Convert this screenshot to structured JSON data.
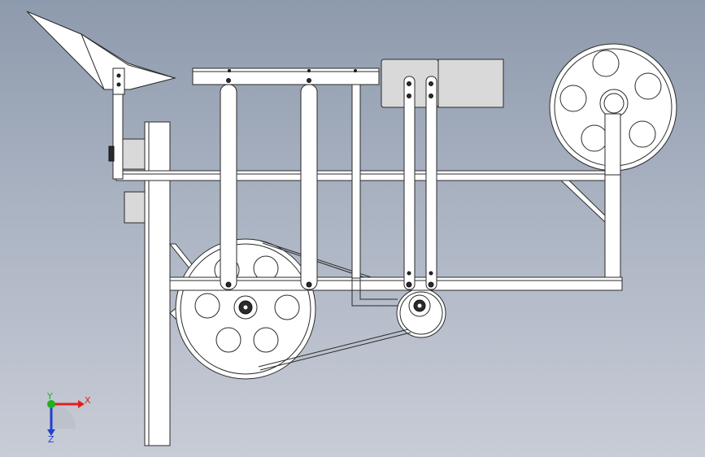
{
  "triad": {
    "x_label": "X",
    "y_label": "Y",
    "z_label": "Z",
    "x_color": "#e02020",
    "y_color": "#20b020",
    "z_color": "#2040d0"
  },
  "colors": {
    "background_top": "#8e9aad",
    "background_bottom": "#c8ccd6",
    "part_fill": "#ffffff",
    "edge": "#2a2a2a"
  }
}
